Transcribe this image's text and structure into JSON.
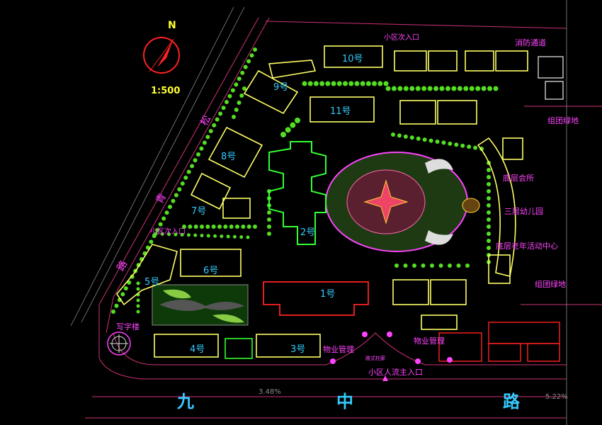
{
  "north_label": "N",
  "scale": "1:500",
  "roads": {
    "qingsong_chars": [
      "松",
      "青",
      "路"
    ],
    "jiuzhong_chars": [
      "九",
      "中",
      "路"
    ],
    "slope_left": "3.48%",
    "slope_right": "5.22%"
  },
  "buildings": {
    "b1": "1号",
    "b2": "2号",
    "b3": "3号",
    "b4": "4号",
    "b5": "5号",
    "b6": "6号",
    "b7": "7号",
    "b8": "8号",
    "b9": "9号",
    "b10": "10号",
    "b11": "11号"
  },
  "labels": {
    "secondary_entrance_top": "小区次入口",
    "secondary_entrance_left": "小区次入口",
    "fire_lane": "消防通道",
    "group_green_top": "组团绿地",
    "group_green_right": "组团绿地",
    "clubhouse": "底层会所",
    "kindergarten": "三层幼儿园",
    "elderly_center": "底层老年活动中心",
    "office_building": "写字楼",
    "property_mgmt_left": "物业管理",
    "property_mgmt_right": "物业管理",
    "main_entrance": "小区人流主入口",
    "open_plaza": "敞式柱廊"
  },
  "colors": {
    "background": "#000000",
    "building_outline": "#ffff66",
    "magenta_text": "#ff44ff",
    "cyan_text": "#33ccff",
    "road_line": "#ff66aa",
    "red_building": "#ff2222",
    "green_building": "#33ff33",
    "tree": "#66ff33"
  }
}
